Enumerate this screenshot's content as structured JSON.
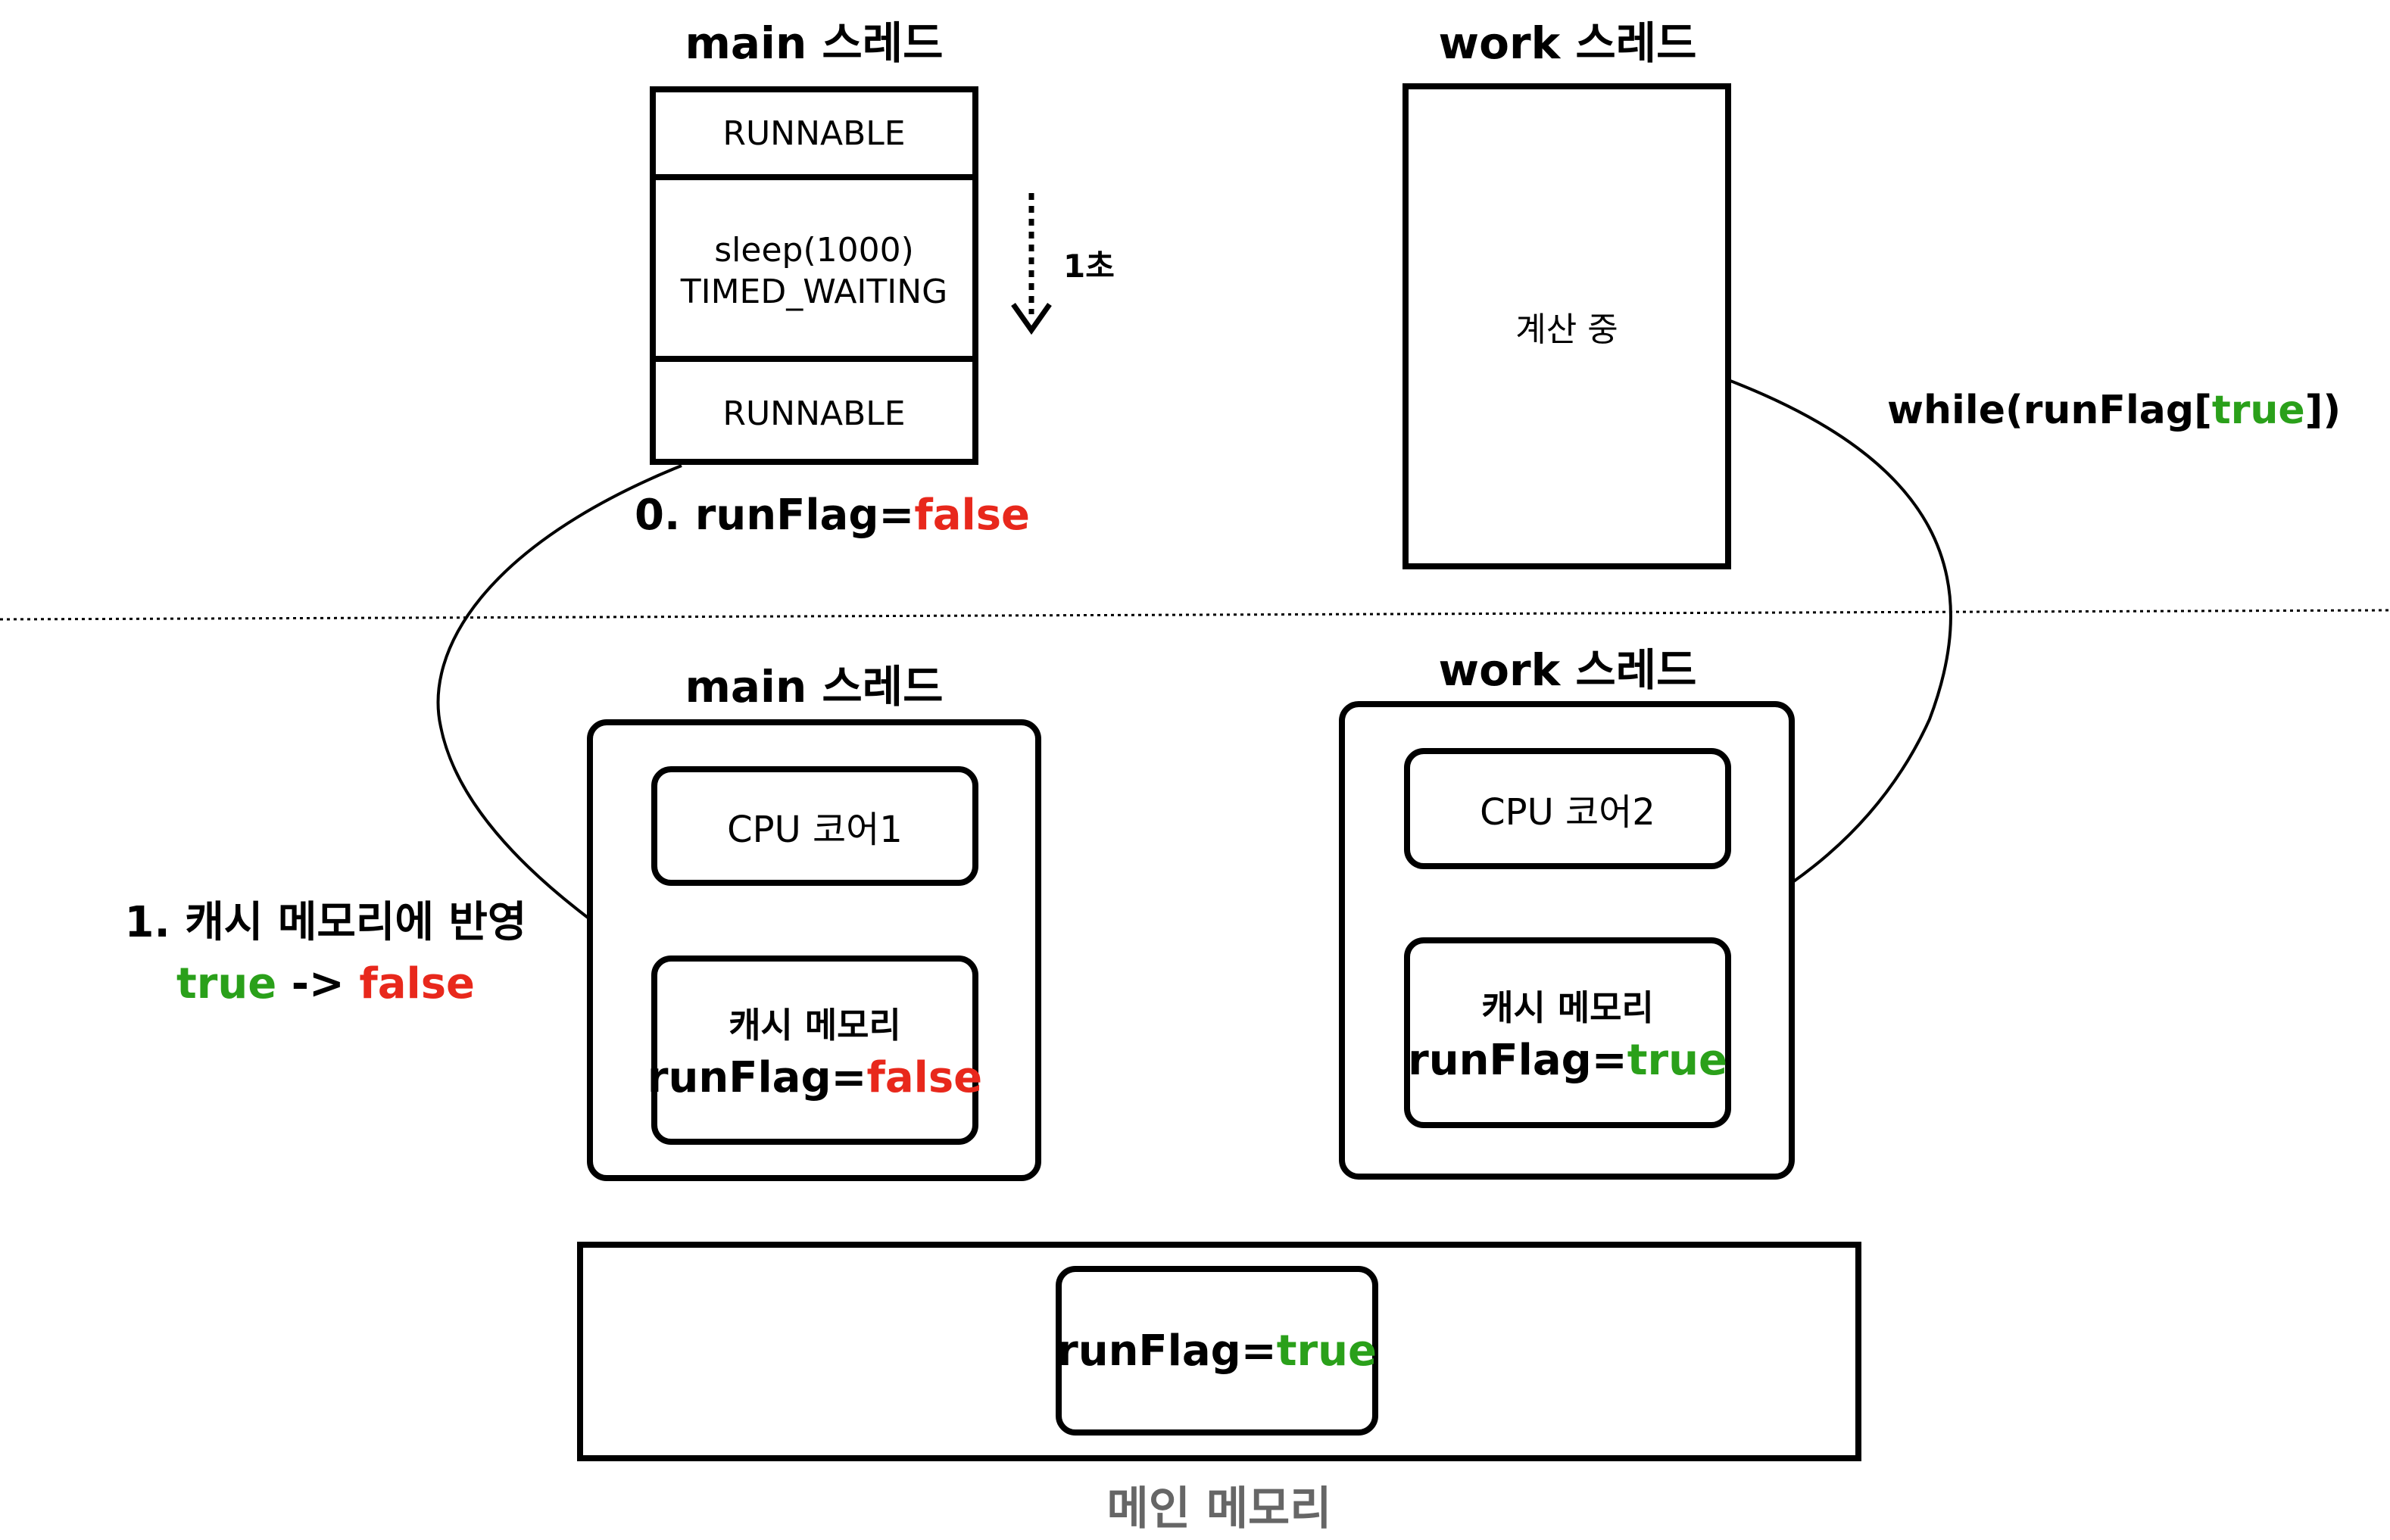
{
  "top": {
    "main_thread": {
      "title": "main 스레드",
      "states": [
        "RUNNABLE",
        "sleep(1000)",
        "TIMED_WAITING",
        "RUNNABLE"
      ]
    },
    "duration_label": "1초",
    "work_thread": {
      "title": "work 스레드",
      "status": "계산 중"
    },
    "action0": {
      "prefix": "0. runFlag=",
      "value": "false"
    },
    "loop": {
      "prefix": "while(runFlag[",
      "value": "true",
      "suffix": "])"
    }
  },
  "bottom": {
    "main_thread": {
      "title": "main 스레드",
      "cpu": "CPU 코어1",
      "cache_title": "캐시 메모리",
      "cache_prefix": "runFlag=",
      "cache_value": "false"
    },
    "work_thread": {
      "title": "work 스레드",
      "cpu": "CPU 코어2",
      "cache_title": "캐시 메모리",
      "cache_prefix": "runFlag=",
      "cache_value": "true"
    },
    "step1": {
      "label": "1. 캐시 메모리에 반영",
      "from": "true",
      "arrow": "->",
      "to": "false"
    },
    "main_memory": {
      "prefix": "runFlag=",
      "value": "true",
      "label": "메인 메모리"
    }
  },
  "colors": {
    "true": "#2aa01a",
    "false": "#e8281c",
    "label_gray": "#666666"
  }
}
